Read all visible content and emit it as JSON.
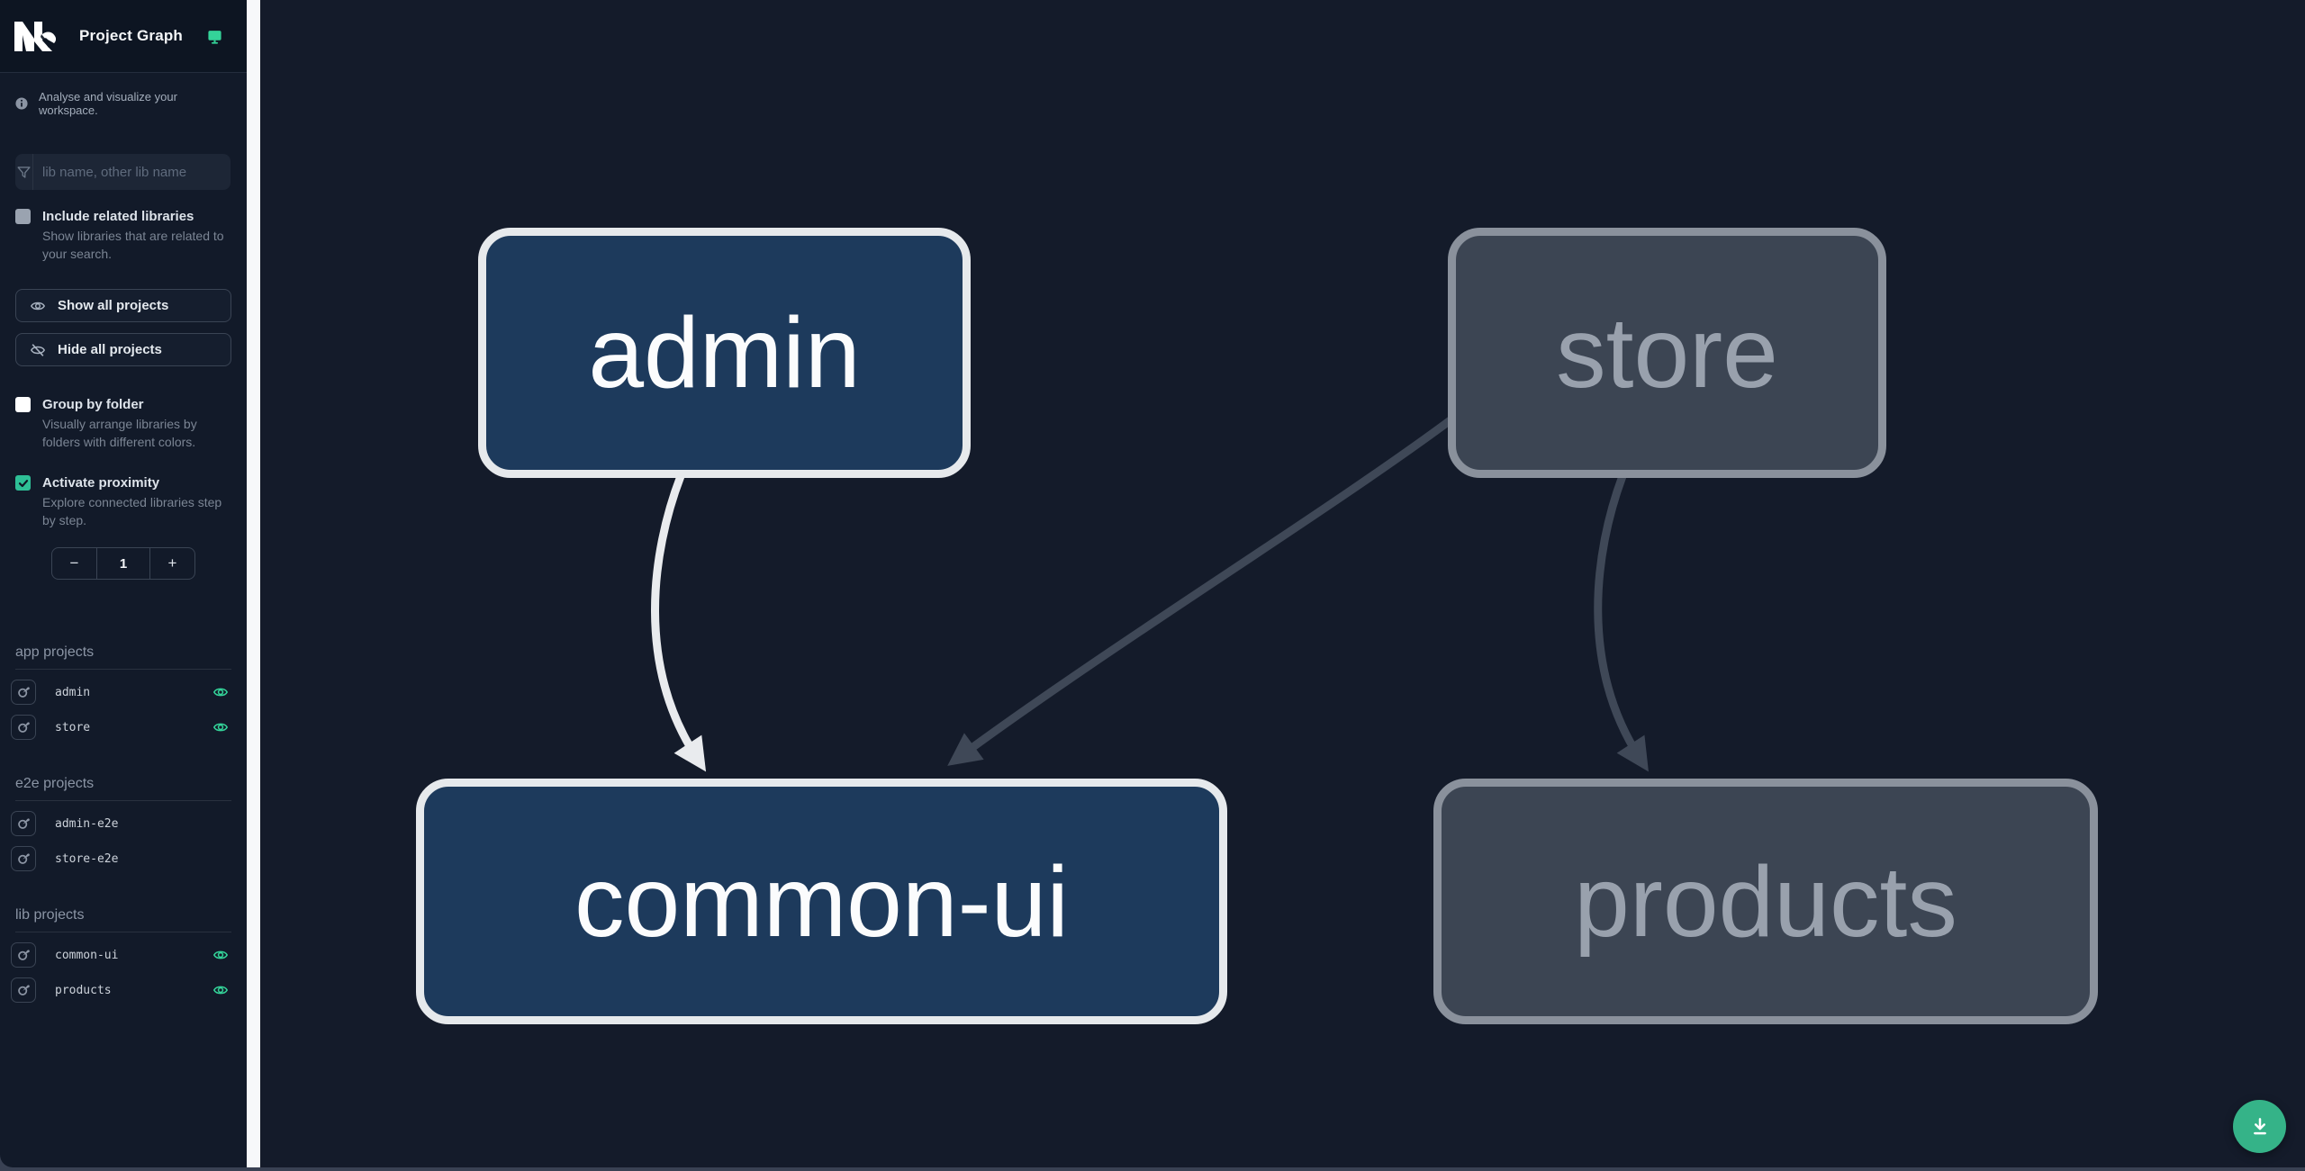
{
  "app": {
    "title": "Project Graph",
    "subtitle": "Analyse and visualize your workspace."
  },
  "filter": {
    "placeholder": "lib name, other lib name",
    "value": ""
  },
  "toggles": [
    {
      "label": "Include related libraries",
      "description": "Show libraries that are related to your search.",
      "checked": false
    },
    {
      "label": "Group by folder",
      "description": "Visually arrange libraries by folders with different colors.",
      "checked": false
    },
    {
      "label": "Activate proximity",
      "description": "Explore connected libraries step by step.",
      "checked": true
    }
  ],
  "actions": {
    "show_all": "Show all projects",
    "hide_all": "Hide all projects"
  },
  "proximity": {
    "decrement": "−",
    "value": "1",
    "increment": "+"
  },
  "sections": [
    {
      "title": "app projects",
      "items": [
        {
          "name": "admin",
          "eye": true
        },
        {
          "name": "store",
          "eye": true
        }
      ]
    },
    {
      "title": "e2e projects",
      "items": [
        {
          "name": "admin-e2e",
          "eye": false
        },
        {
          "name": "store-e2e",
          "eye": false
        }
      ]
    },
    {
      "title": "lib projects",
      "items": [
        {
          "name": "common-ui",
          "eye": true
        },
        {
          "name": "products",
          "eye": true
        }
      ]
    }
  ],
  "graph": {
    "nodes": [
      {
        "label": "admin",
        "state": "highlighted"
      },
      {
        "label": "store",
        "state": "dimmed"
      },
      {
        "label": "common-ui",
        "state": "highlighted"
      },
      {
        "label": "products",
        "state": "dimmed"
      }
    ],
    "edges": [
      {
        "from": "admin",
        "to": "common-ui",
        "state": "highlighted"
      },
      {
        "from": "store",
        "to": "common-ui",
        "state": "dimmed"
      },
      {
        "from": "store",
        "to": "products",
        "state": "dimmed"
      }
    ]
  },
  "colors": {
    "accent_teal": "#34d399",
    "download_button": "#35b388",
    "node_highlight_fill": "#1d3a5c",
    "node_highlight_border": "#e6e9ec",
    "node_dim_fill": "#3c4553",
    "node_dim_border": "#8a919c",
    "edge_highlight": "#e9ebee",
    "edge_dim": "#3f4857"
  }
}
